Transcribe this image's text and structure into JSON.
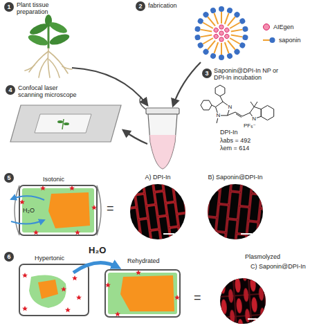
{
  "diagram": {
    "nodes": [
      {
        "text": [
          "1"
        ]
      },
      {
        "text": [
          "2"
        ]
      },
      {
        "text": [
          "3"
        ]
      },
      {
        "text": [
          "4"
        ]
      },
      {
        "text": [
          "5"
        ]
      },
      {
        "text": [
          "A) DPI-In"
        ]
      },
      {
        "text": [
          "B) Saponin@DPI-In"
        ]
      },
      {
        "text": [
          "6"
        ]
      },
      {
        "text": [
          "Plasmolyzed",
          "C) Saponin@DPI-In"
        ]
      }
    ],
    "labels": [
      "Plant tissue preparation",
      "fabrication",
      "Saponin@DPI-In NP or DPI-In incubation",
      "N",
      "N",
      "N",
      "PF₆⁻",
      "DPI-In",
      "λabs = 492",
      "λem = 614",
      "Confocal laser scanning microscope",
      "Isotonic",
      "H₂O",
      "=",
      "Hypertonic",
      "H₂O",
      "Rehydrated",
      "="
    ],
    "legend": [
      {
        "text": "AIEgen",
        "color": "#f48fb1"
      },
      {
        "text": "saponin"
      }
    ]
  }
}
